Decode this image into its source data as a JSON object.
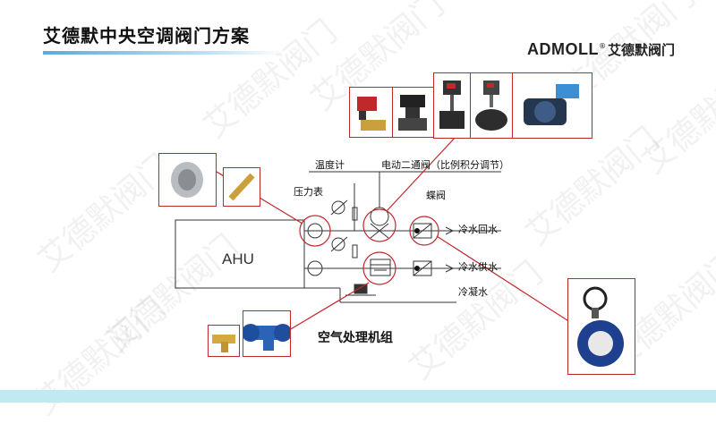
{
  "header": {
    "title": "艾德默中央空调阀门方案",
    "logo_text": "ADMOLL",
    "logo_registered": "®",
    "logo_cn": "艾德默阀门"
  },
  "watermark_text": "艾德默阀门",
  "diagram": {
    "ahu_label": "AHU",
    "thermometer_label": "温度计",
    "pressure_gauge_label": "压力表",
    "electric_valve_label": "电动二通阀（比例积分调节）",
    "butterfly_valve_label": "蝶阀",
    "chilled_return_label": "冷水回水",
    "chilled_supply_label": "冷水供水",
    "condensate_label": "冷凝水",
    "caption": "空气处理机组"
  },
  "products": {
    "top_row": [
      "electric-actuator-brass-valve",
      "electric-actuator-ball-valve",
      "electric-globe-valve",
      "electric-regulating-valve",
      "electric-butterfly-valve"
    ],
    "left_row": [
      "flexible-joint",
      "brass-flexible-hose"
    ],
    "bottom_row": [
      "brass-y-strainer",
      "blue-y-strainer"
    ],
    "right": "gear-operated-butterfly-valve"
  },
  "colors": {
    "highlight": "#c0282c",
    "accent_blue": "#2a63b8",
    "bottom_bar": "#bfeaf0"
  }
}
